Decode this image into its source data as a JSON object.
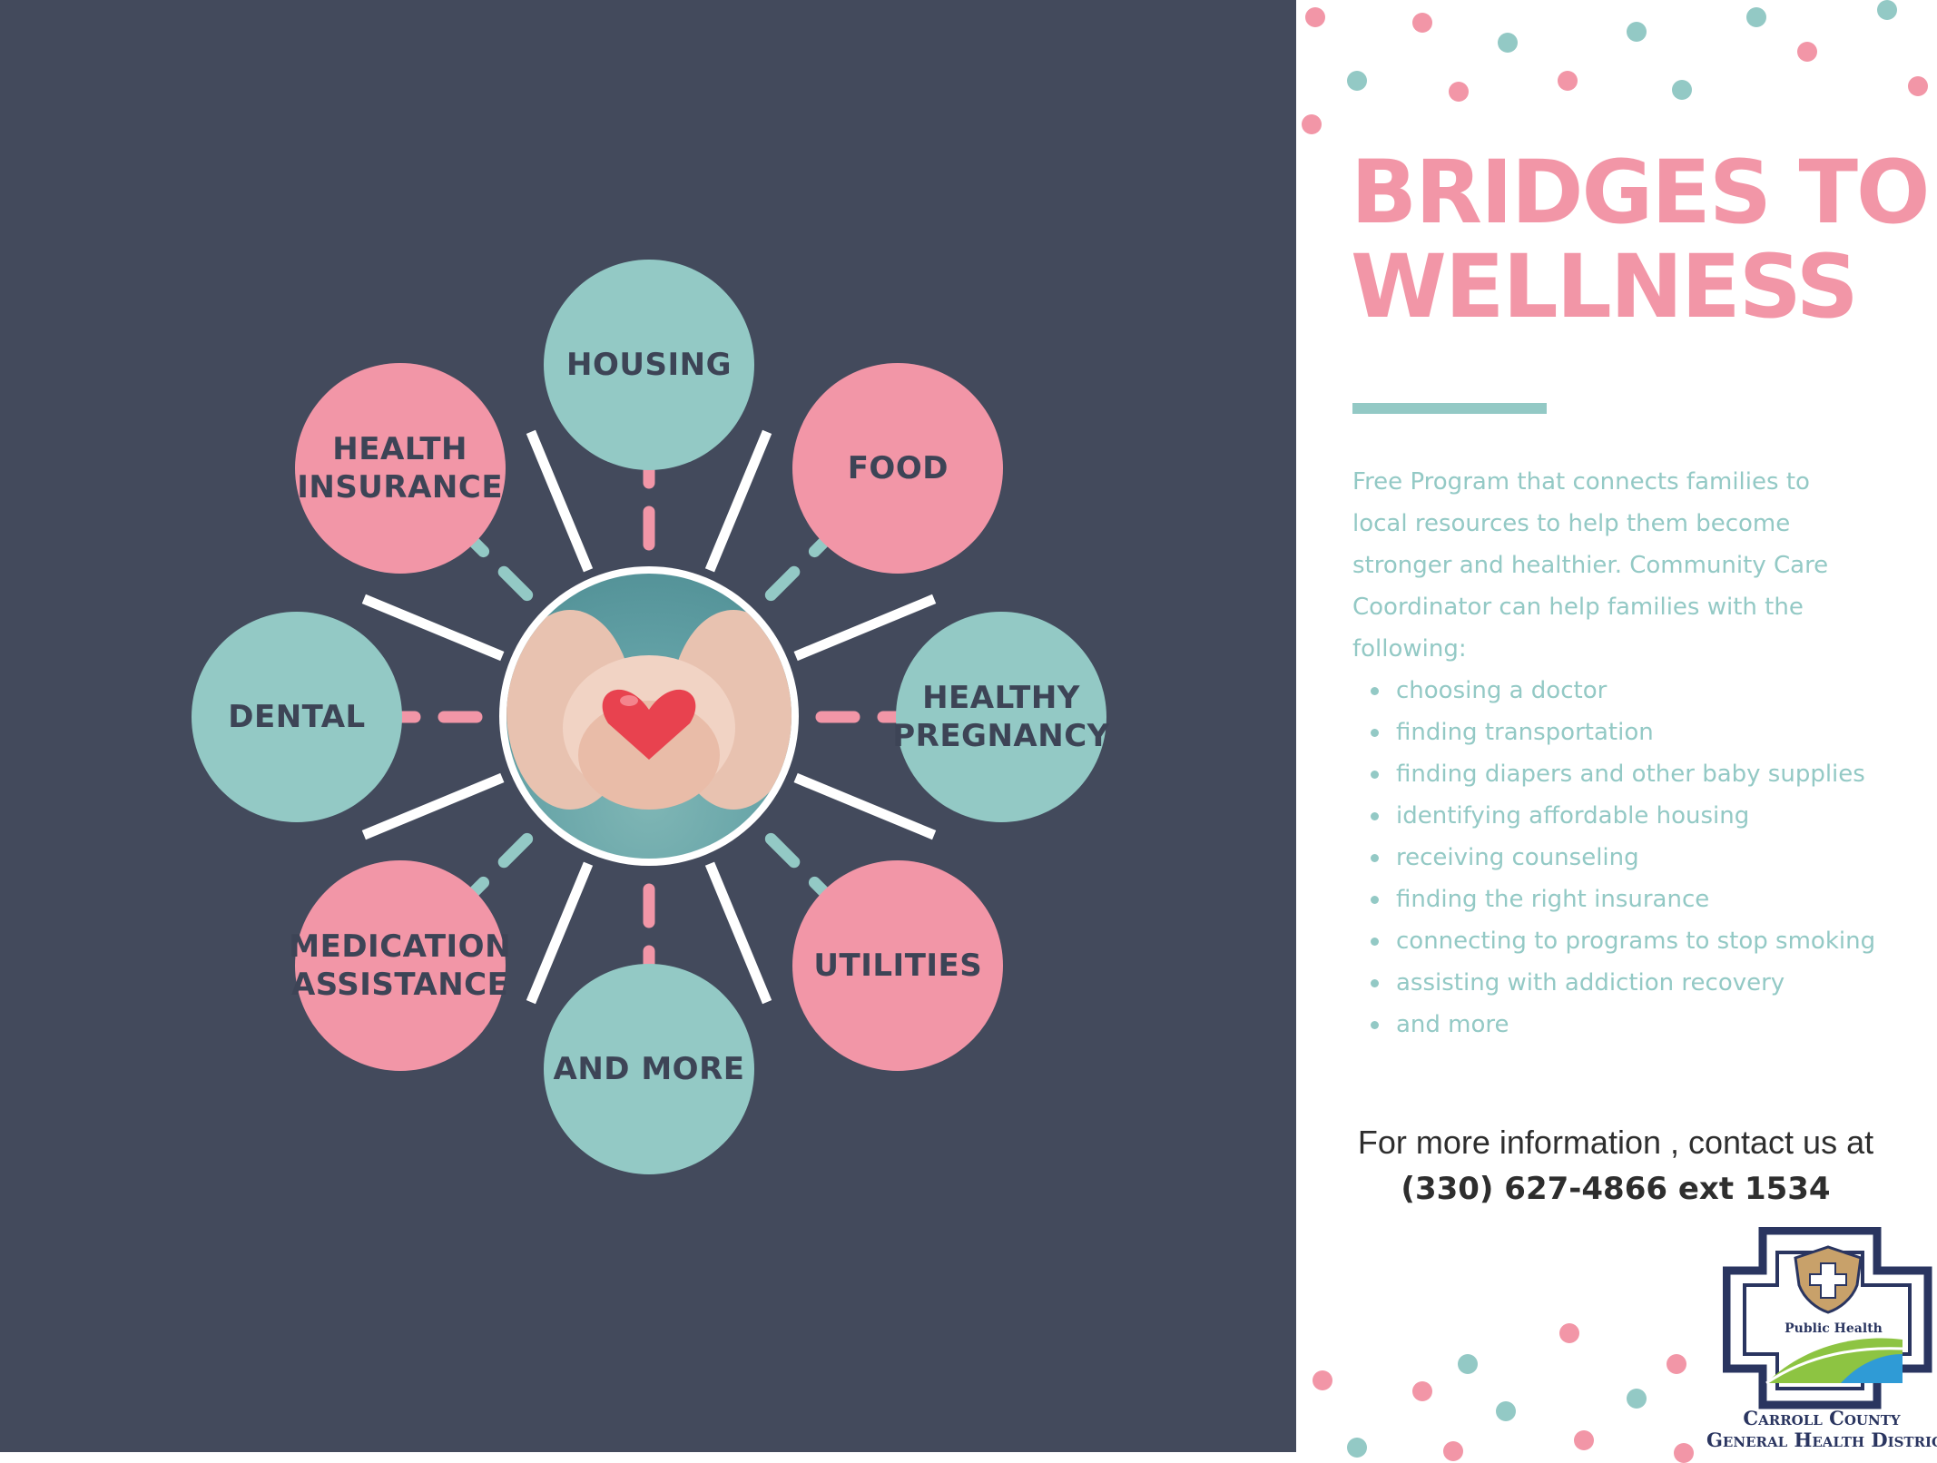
{
  "colors": {
    "background_dark": "#434a5c",
    "teal": "#93c9c5",
    "pink": "#f296a7",
    "bubble_text": "#3d4456",
    "logo_navy": "#2a3560"
  },
  "wheel": {
    "center_image": "hands-holding-heart-photo",
    "services": [
      {
        "label": "HOUSING",
        "color": "teal"
      },
      {
        "label": "FOOD",
        "color": "pink"
      },
      {
        "label": "HEALTHY\nPREGNANCY",
        "color": "teal"
      },
      {
        "label": "UTILITIES",
        "color": "pink"
      },
      {
        "label": "AND MORE",
        "color": "teal"
      },
      {
        "label": "MEDICATION\nASSISTANCE",
        "color": "pink"
      },
      {
        "label": "DENTAL",
        "color": "teal"
      },
      {
        "label": "HEALTH\nINSURANCE",
        "color": "pink"
      }
    ]
  },
  "info": {
    "title_line1": "BRIDGES TO",
    "title_line2": "WELLNESS",
    "intro": "Free Program that connects families to local resources to help them become stronger and healthier. Community Care Coordinator can help families with the following:",
    "list": [
      "choosing a doctor",
      "finding transportation",
      "finding diapers and other baby supplies",
      "identifying affordable housing",
      "receiving counseling",
      "finding the right insurance",
      "connecting to programs to stop smoking",
      "assisting with addiction recovery",
      "and more"
    ],
    "contact_line": "For more information , contact us at",
    "contact_phone": "(330) 627-4866 ext 1534"
  },
  "logo": {
    "label": "Public Health",
    "name_line1": "Carroll County",
    "name_line2": "General Health District"
  }
}
